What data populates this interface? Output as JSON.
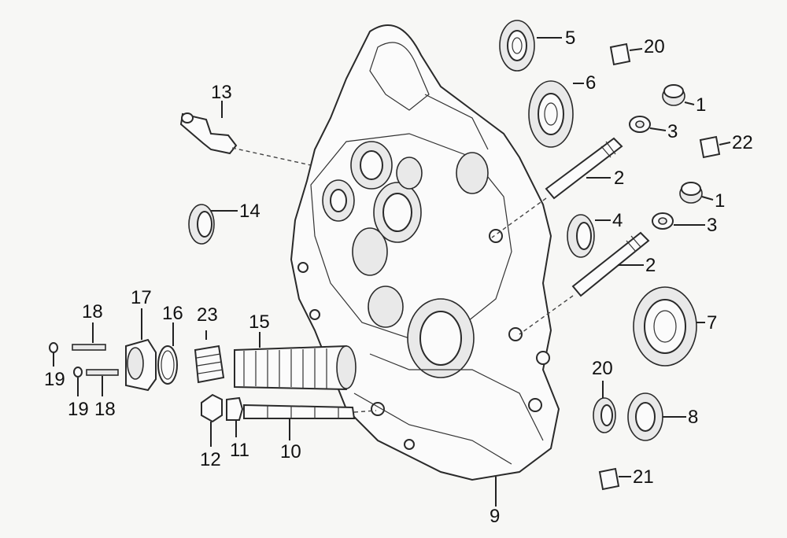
{
  "diagram": {
    "callouts": {
      "c1a": "1",
      "c1b": "1",
      "c2a": "2",
      "c2b": "2",
      "c3a": "3",
      "c3b": "3",
      "c4": "4",
      "c5": "5",
      "c6": "6",
      "c7": "7",
      "c8": "8",
      "c9": "9",
      "c10": "10",
      "c11": "11",
      "c12": "12",
      "c13": "13",
      "c14": "14",
      "c15": "15",
      "c16": "16",
      "c17": "17",
      "c18a": "18",
      "c18b": "18",
      "c19a": "19",
      "c19b": "19",
      "c20a": "20",
      "c20b": "20",
      "c21": "21",
      "c22": "22",
      "c23": "23"
    }
  }
}
